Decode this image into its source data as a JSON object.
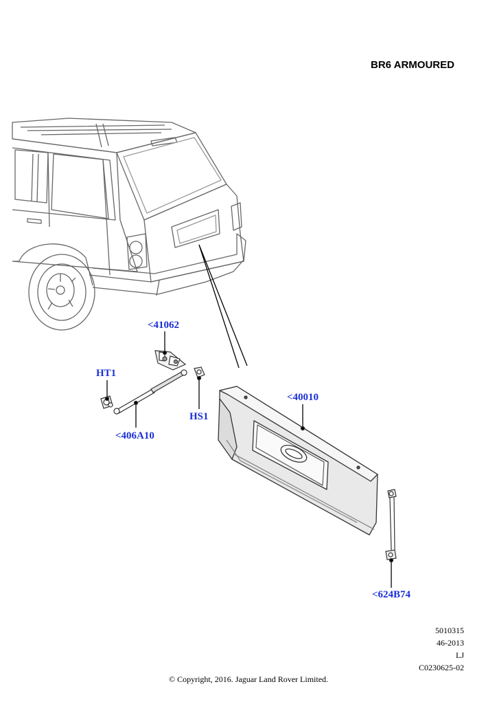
{
  "header": {
    "title": "BR6 ARMOURED"
  },
  "callouts": {
    "hinge": "<41062",
    "ht1": "HT1",
    "strut": "<406A10",
    "hs1": "HS1",
    "tailgate": "<40010",
    "link_rod": "<624B74"
  },
  "footer": {
    "ref_lines": [
      "5010315",
      "46-2013",
      "LJ",
      "C0230625-02"
    ],
    "copyright": "© Copyright, 2016. Jaguar Land Rover Limited."
  },
  "colors": {
    "callout": "#1a2ed6",
    "line_art": "#555555",
    "panel_fill": "#ebebeb"
  }
}
